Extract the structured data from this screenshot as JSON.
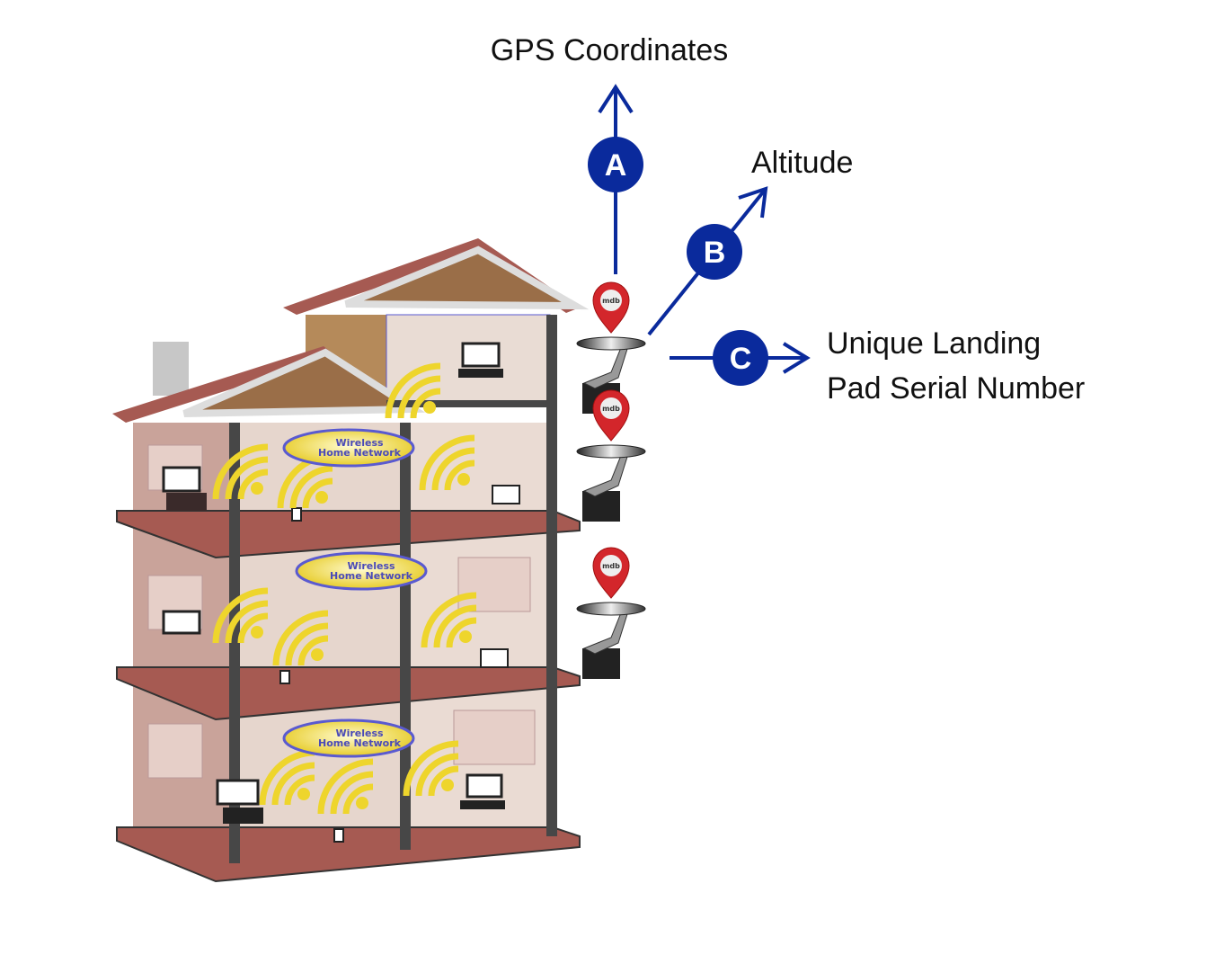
{
  "labels": {
    "gps": "GPS Coordinates",
    "altitude": "Altitude",
    "serial_line1": "Unique Landing",
    "serial_line2": "Pad Serial Number"
  },
  "markers": {
    "a": "A",
    "b": "B",
    "c": "C"
  },
  "clouds": [
    {
      "line1": "Wireless",
      "line2": "Home Network"
    },
    {
      "line1": "Wireless",
      "line2": "Home Network"
    },
    {
      "line1": "Wireless",
      "line2": "Home Network"
    }
  ],
  "pin_logo": "mdb",
  "colors": {
    "arrow": "#0a2a9c",
    "pin": "#d3262b",
    "wifi": "#f0d830",
    "wall": "#c9a39a",
    "roof": "#9a6e48",
    "floor": "#a65a52"
  }
}
